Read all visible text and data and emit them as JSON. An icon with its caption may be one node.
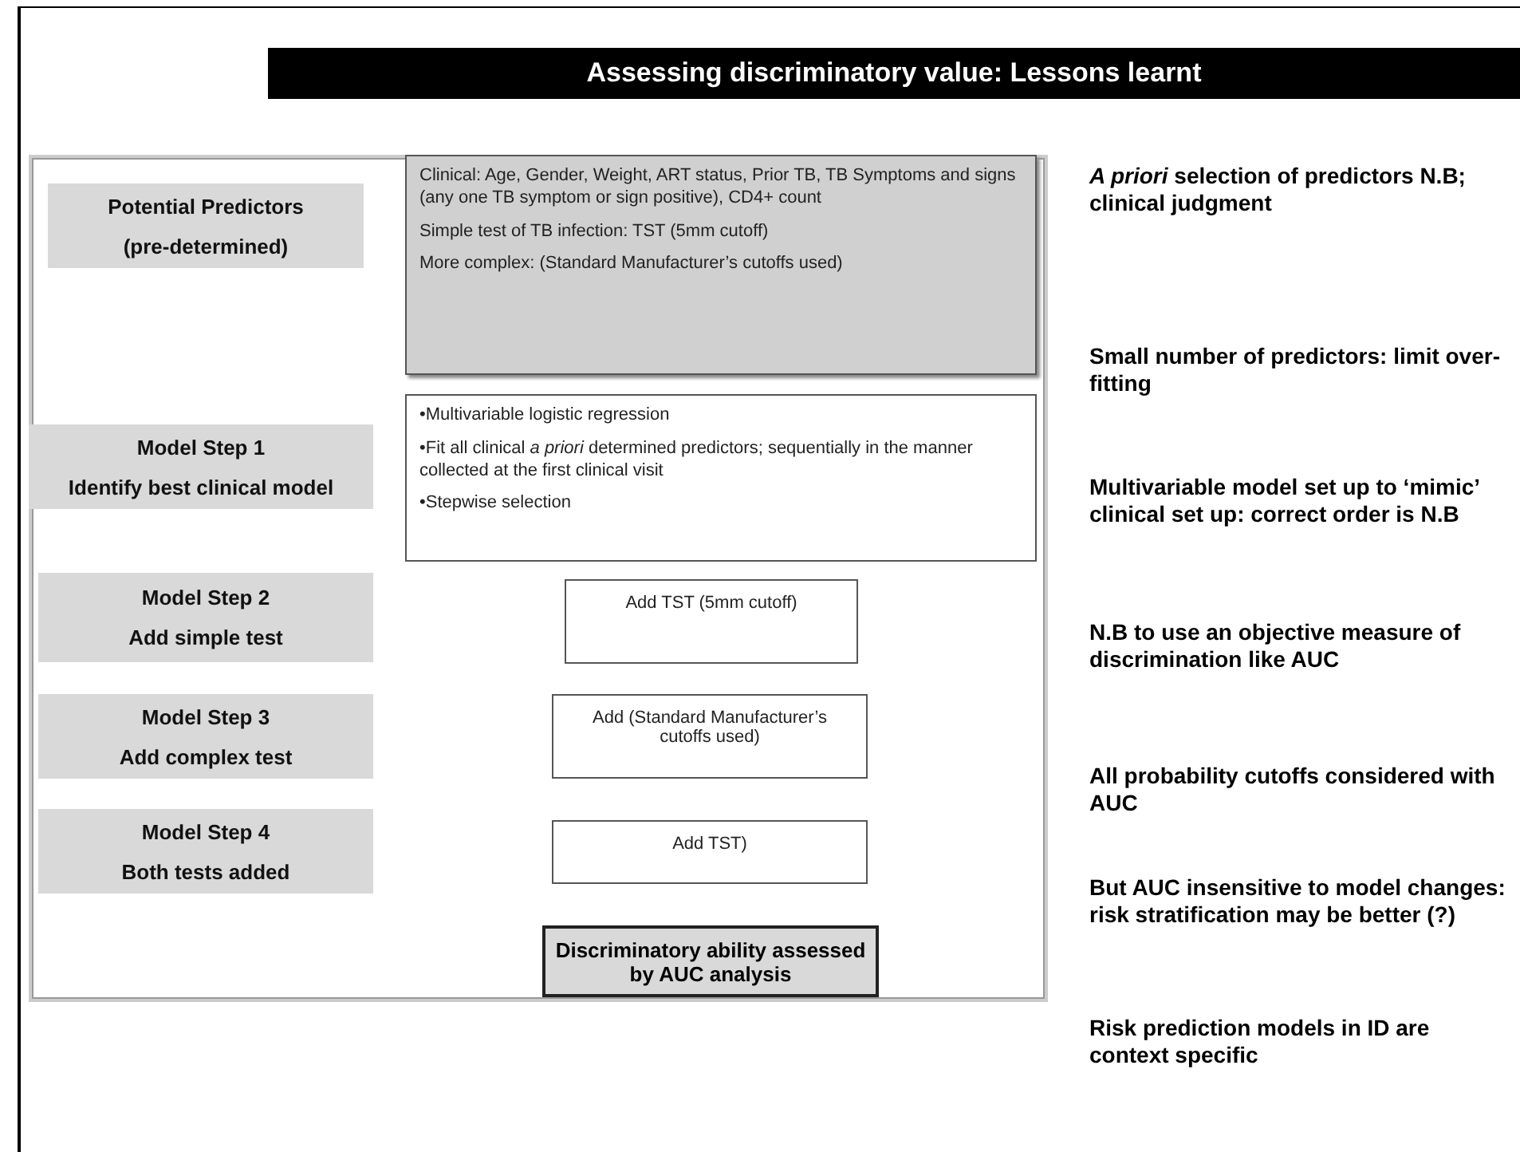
{
  "diagram": {
    "title": "Assessing discriminatory value: Lessons learnt",
    "nodes": [
      {
        "text": [
          "Potential Predictors",
          "(pre-determined)"
        ]
      },
      {
        "text": [
          "Clinical: Age, Gender, Weight, ART status, Prior TB, TB Symptoms and signs (any one TB symptom or sign positive), CD4+ count",
          "Simple test of TB infection: TST (5mm cutoff)",
          "More complex: (Standard Manufacturer’s cutoffs used)"
        ]
      },
      {
        "text": [
          "Model Step 1",
          "Identify best clinical model"
        ]
      },
      {
        "text": [
          "•Multivariable logistic regression",
          "•Fit all clinical *a priori* determined predictors; sequentially in the manner collected at the first clinical visit",
          "•Stepwise selection"
        ]
      },
      {
        "text": [
          "Model Step 2",
          "Add simple test"
        ]
      },
      {
        "text": [
          "Add TST (5mm cutoff)"
        ]
      },
      {
        "text": [
          "Model Step 3",
          "Add complex test"
        ]
      },
      {
        "text": [
          "Add (Standard Manufacturer’s cutoffs used)"
        ]
      },
      {
        "text": [
          "Model Step 4",
          "Both tests added"
        ]
      },
      {
        "text": [
          "Add TST)"
        ]
      },
      {
        "text": [
          "Discriminatory ability assessed by AUC analysis"
        ]
      }
    ],
    "edges": [],
    "labels": [
      "*A priori* selection of predictors N.B; clinical judgment",
      "Small number of predictors: limit over-fitting",
      "Multivariable model set up to ‘mimic’ clinical set up: correct order is N.B",
      "N.B to use an objective measure of discrimination like AUC",
      "All probability cutoffs considered with AUC",
      "But AUC insensitive to model changes: risk stratification may be better (?)",
      "Risk prediction models in ID are context specific"
    ]
  }
}
